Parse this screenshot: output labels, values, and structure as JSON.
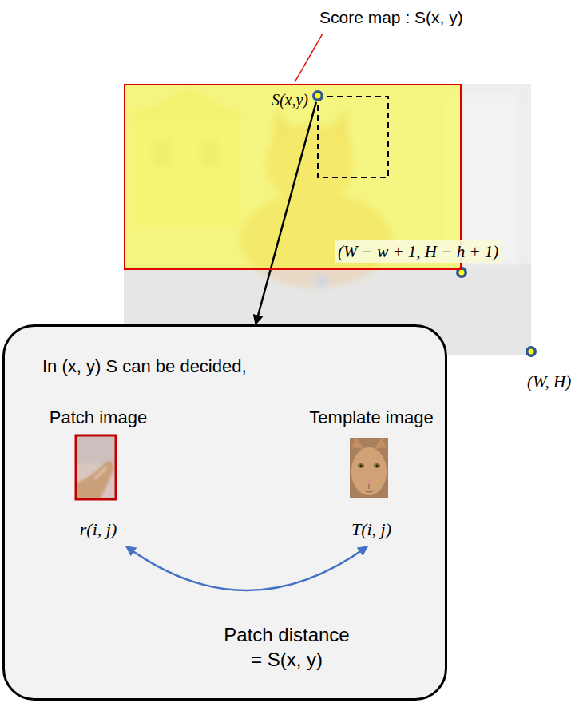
{
  "diagram": {
    "nodes": [
      {
        "text": [
          "S(x,y)"
        ]
      },
      {
        "text": [
          "In (x, y) S can be decided,"
        ]
      },
      {
        "text": [
          "Patch image",
          "r(i, j)"
        ],
        "in": 1
      },
      {
        "text": [
          "Template image",
          "T(i, j)"
        ],
        "in": 1
      }
    ],
    "edges": [
      {
        "from": 0,
        "to": 1,
        "arrow": "to"
      },
      {
        "from": 2,
        "to": 3,
        "arrow": "both",
        "label": "Patch distance = S(x, y)"
      }
    ],
    "labels": [
      "Score map : S(x, y)",
      "(W − w + 1, H − h + 1)",
      "(W, H)"
    ]
  }
}
